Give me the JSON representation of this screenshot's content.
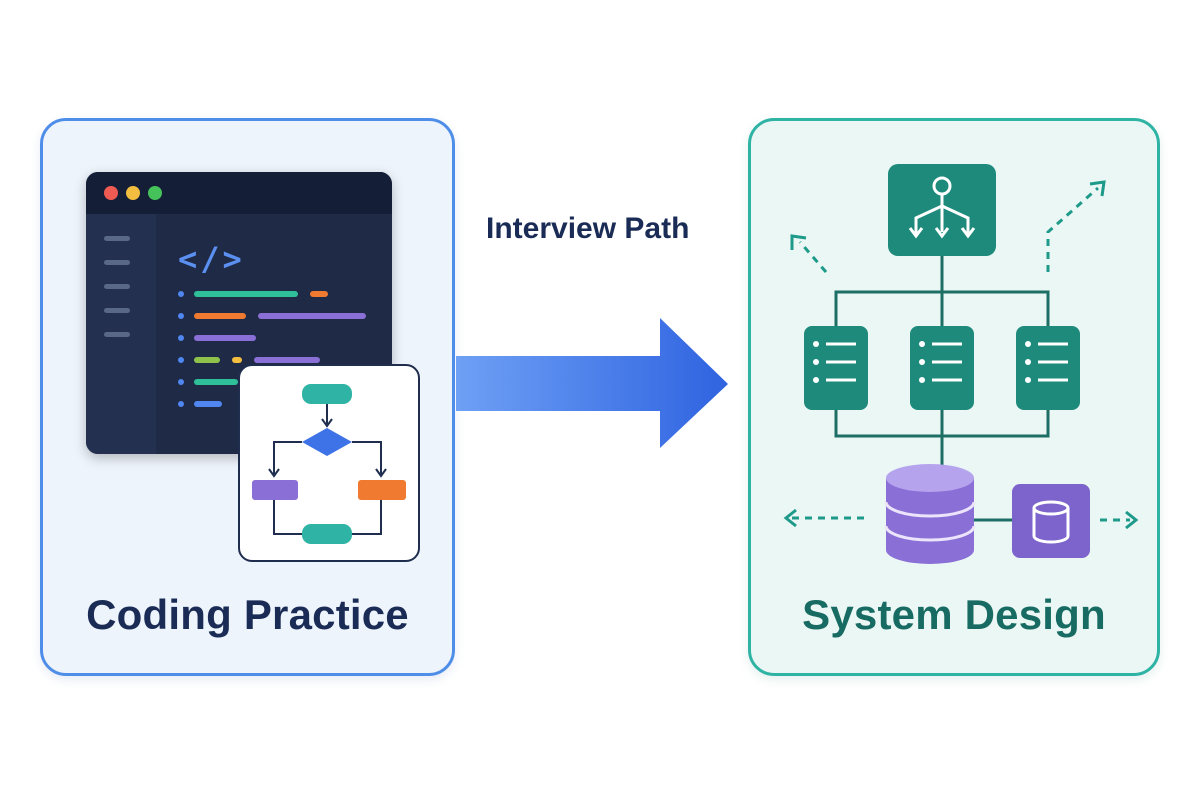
{
  "left_panel": {
    "title": "Coding Practice",
    "code_symbol": "</>"
  },
  "right_panel": {
    "title": "System Design"
  },
  "connector": {
    "label": "Interview Path"
  },
  "icons": [
    "code-editor-icon",
    "flowchart-icon",
    "load-balancer-icon",
    "server-icon",
    "database-icon",
    "storage-icon"
  ],
  "colors": {
    "coding_border": "#4f8ee8",
    "design_border": "#2fb3a4",
    "arrow": "#3d73e6",
    "teal": "#1d8a7c",
    "purple": "#8a6fd6",
    "orange": "#f07a30"
  }
}
